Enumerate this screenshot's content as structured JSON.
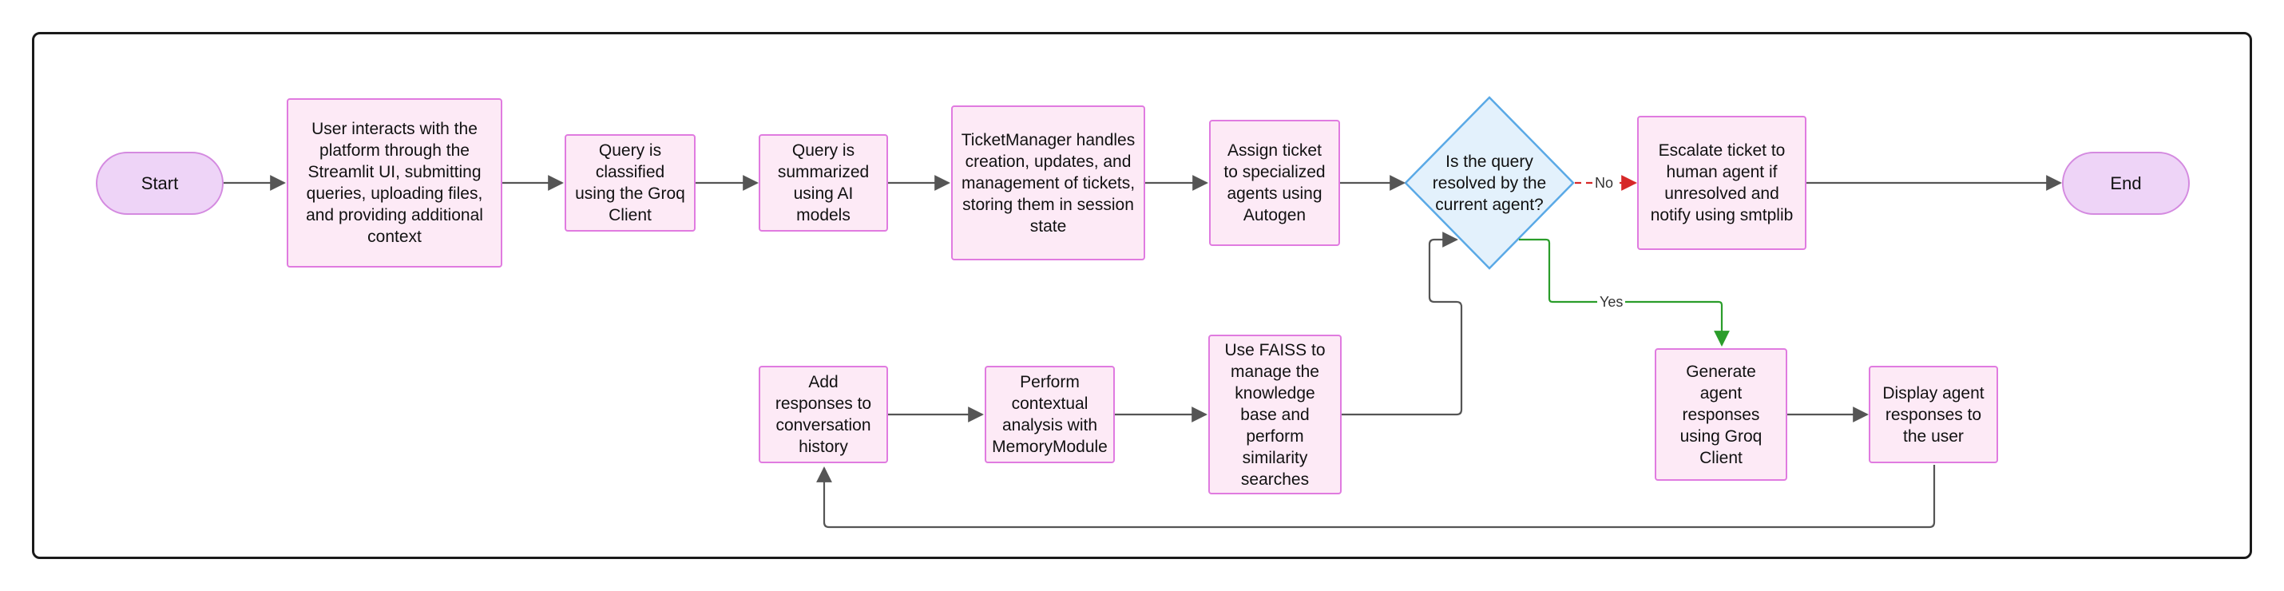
{
  "nodes": {
    "start": "Start",
    "user_interacts": "User interacts with the platform through the Streamlit UI, submitting queries, uploading files, and providing additional context",
    "classify": "Query is classified using the Groq Client",
    "summarize": "Query is summarized using AI models",
    "ticket_manager": "TicketManager handles creation, updates, and management of tickets, storing them in session state",
    "assign": "Assign ticket to specialized agents using Autogen",
    "decision": "Is the query resolved by the current agent?",
    "escalate": "Escalate ticket to human agent if unresolved and notify using smtplib",
    "end": "End",
    "generate": "Generate agent responses using Groq Client",
    "display": "Display agent responses to the user",
    "add_history": "Add responses to conversation history",
    "contextual": "Perform contextual analysis with MemoryModule",
    "faiss": "Use FAISS to manage the knowledge base and perform similarity searches"
  },
  "edge_labels": {
    "no": "No",
    "yes": "Yes"
  },
  "colors": {
    "node_fill": "#fdeaf6",
    "node_border": "#e07be0",
    "terminal_fill": "#eed4f7",
    "decision_fill": "#e3f1fc",
    "decision_border": "#5aa9e6",
    "edge": "#555555",
    "no_edge": "#d62828",
    "yes_edge": "#2a9d2a"
  }
}
